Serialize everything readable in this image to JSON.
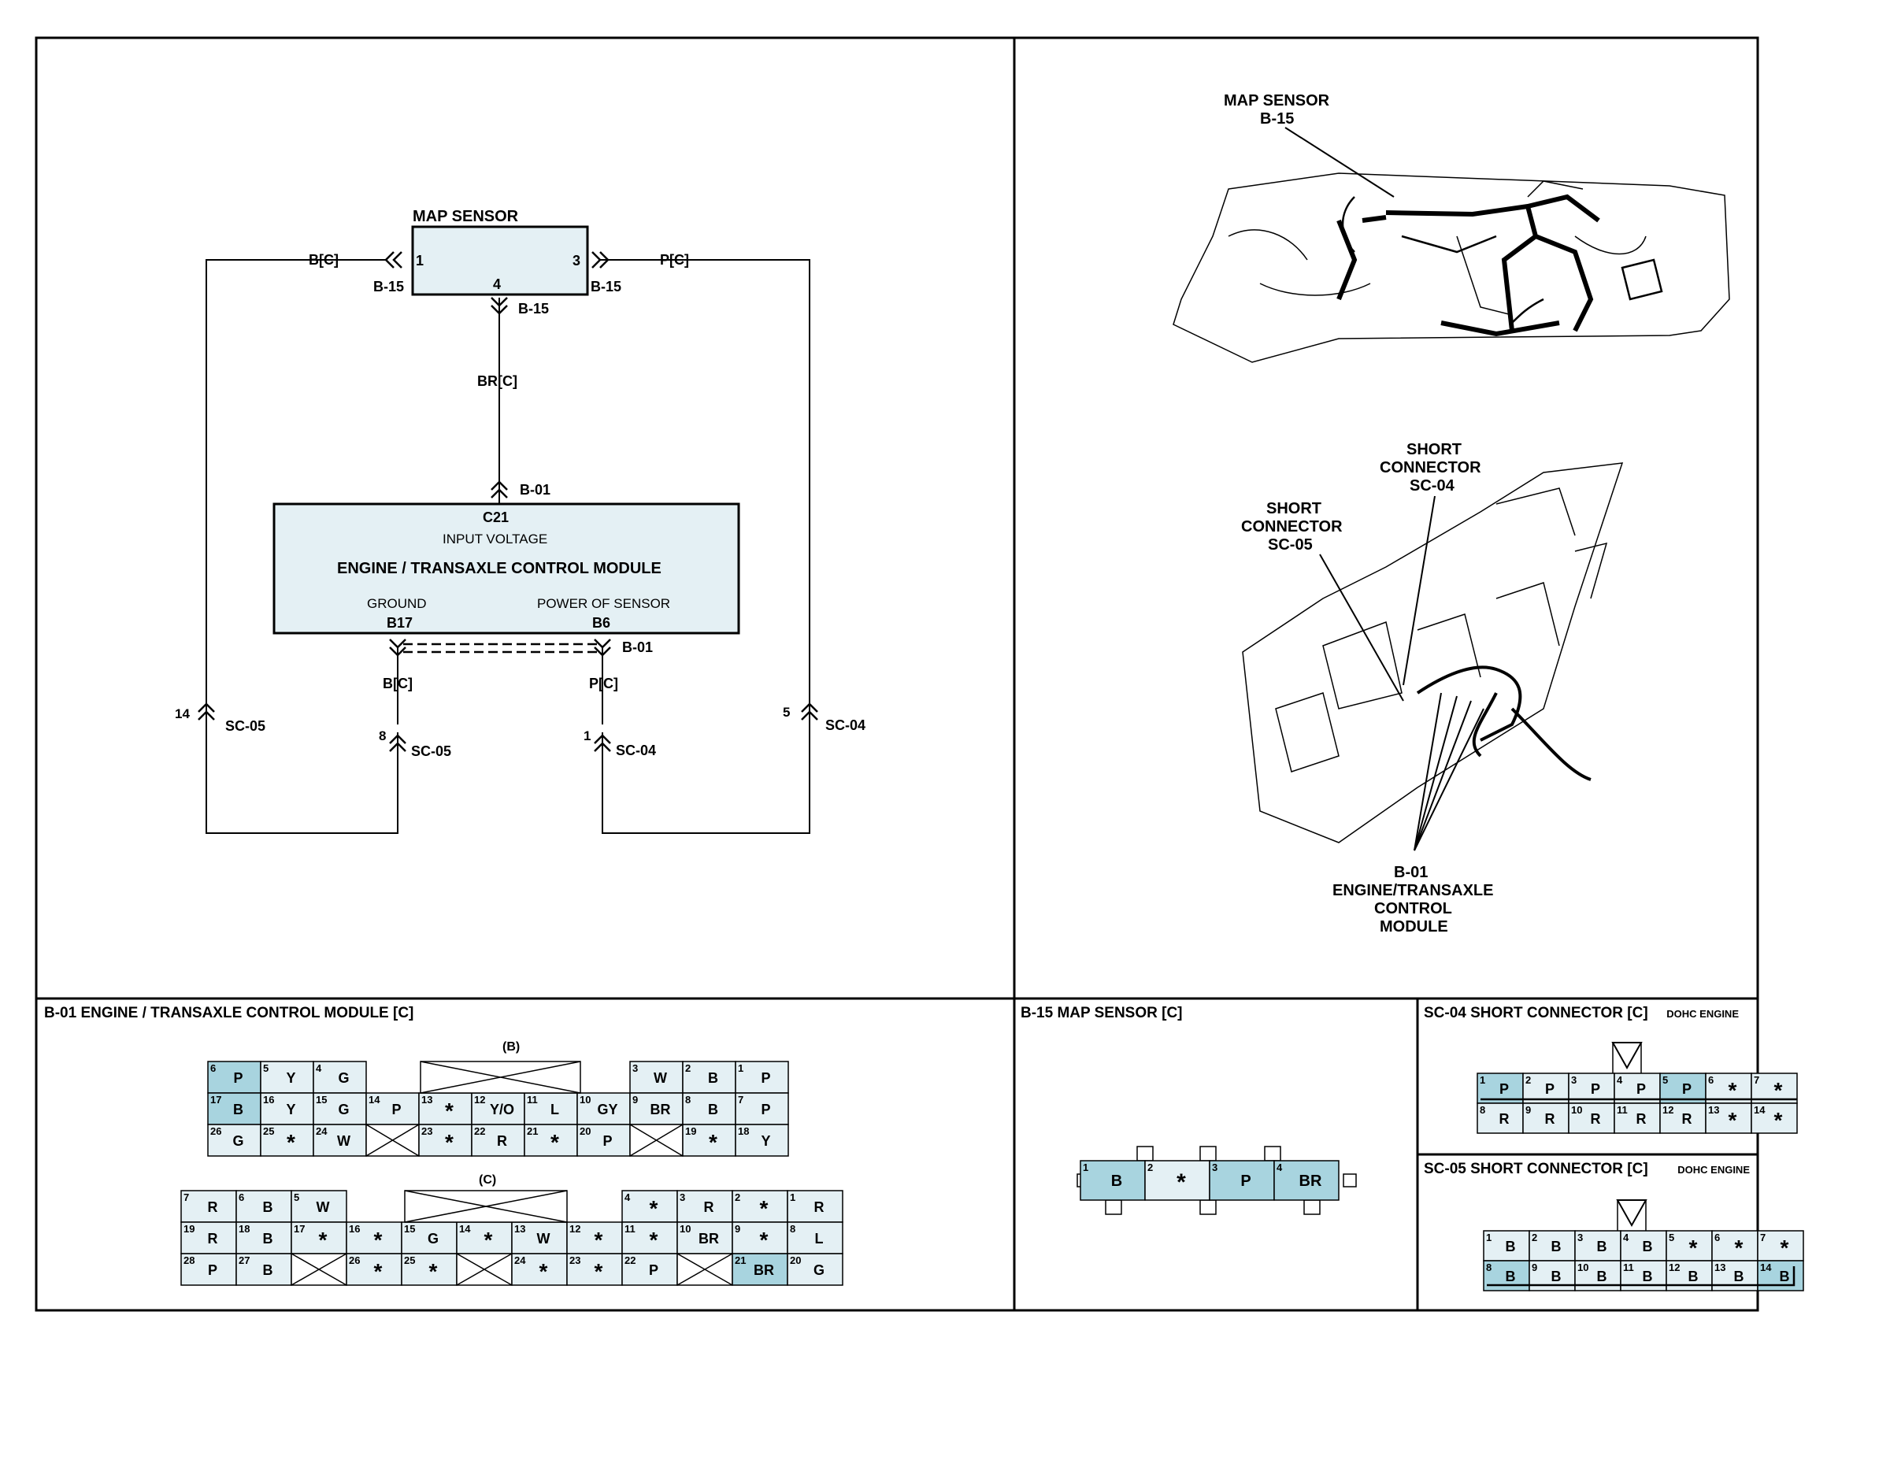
{
  "schematic": {
    "sensor_title": "MAP SENSOR",
    "pin1": "1",
    "pin3": "3",
    "pin4": "4",
    "conn_b15": "B-15",
    "wire_left": "B[C]",
    "wire_right": "P[C]",
    "wire_mid": "BR[C]",
    "conn_b01": "B-01",
    "ecm_pin": "C21",
    "ecm_input": "INPUT VOLTAGE",
    "ecm_title": "ENGINE / TRANSAXLE CONTROL MODULE",
    "ecm_ground": "GROUND",
    "ecm_ground_pin": "B17",
    "ecm_power": "POWER OF SENSOR",
    "ecm_power_pin": "B6",
    "wire_b": "B[C]",
    "wire_p": "P[C]",
    "sc05": "SC-05",
    "sc04": "SC-04",
    "pin14": "14",
    "pin8": "8",
    "pin1b": "1",
    "pin5": "5"
  },
  "locator": {
    "map_line1": "MAP SENSOR",
    "map_line2": "B-15",
    "sc04_line1": "SHORT",
    "sc04_line2": "CONNECTOR",
    "sc04_line3": "SC-04",
    "sc05_line1": "SHORT",
    "sc05_line2": "CONNECTOR",
    "sc05_line3": "SC-05",
    "ecm_line1": "B-01",
    "ecm_line2": "ENGINE/TRANSAXLE",
    "ecm_line3": "CONTROL",
    "ecm_line4": "MODULE"
  },
  "b01": {
    "title": "B-01 ENGINE / TRANSAXLE CONTROL MODULE [C]",
    "label_b": "(B)",
    "label_c": "(C)",
    "rows_b": [
      [
        [
          "6",
          "P",
          true
        ],
        [
          "5",
          "Y",
          false
        ],
        [
          "4",
          "G",
          false
        ],
        null,
        [
          "",
          "",
          false,
          "X"
        ],
        [
          "",
          "",
          false,
          "X"
        ],
        [
          "",
          "",
          false,
          "X"
        ],
        [
          "",
          "",
          false,
          "X"
        ],
        [
          "3",
          "W",
          false
        ],
        [
          "2",
          "B",
          false
        ],
        [
          "1",
          "P",
          false
        ]
      ],
      [
        [
          "17",
          "B",
          true
        ],
        [
          "16",
          "Y",
          false
        ],
        [
          "15",
          "G",
          false
        ],
        [
          "14",
          "P",
          false
        ],
        [
          "13",
          "*",
          false
        ],
        [
          "12",
          "Y/O",
          false
        ],
        [
          "11",
          "L",
          false
        ],
        [
          "10",
          "GY",
          false
        ],
        [
          "9",
          "BR",
          false
        ],
        [
          "8",
          "B",
          false
        ],
        [
          "7",
          "P",
          false
        ]
      ],
      [
        [
          "26",
          "G",
          false
        ],
        [
          "25",
          "*",
          false
        ],
        [
          "24",
          "W",
          false
        ],
        [
          "",
          "",
          false,
          "X"
        ],
        [
          "23",
          "*",
          false
        ],
        [
          "22",
          "R",
          false
        ],
        [
          "21",
          "*",
          false
        ],
        [
          "20",
          "P",
          false
        ],
        [
          "",
          "",
          false,
          "X"
        ],
        [
          "19",
          "*",
          false
        ],
        [
          "18",
          "Y",
          false
        ]
      ]
    ],
    "rows_c": [
      [
        [
          "7",
          "R",
          false
        ],
        [
          "6",
          "B",
          false
        ],
        [
          "5",
          "W",
          false
        ],
        null,
        [
          "",
          "",
          false,
          "X"
        ],
        [
          "",
          "",
          false,
          "X"
        ],
        [
          "",
          "",
          false,
          "X"
        ],
        null,
        [
          "4",
          "*",
          false
        ],
        [
          "3",
          "R",
          false
        ],
        [
          "2",
          "*",
          false
        ],
        [
          "1",
          "R",
          false
        ]
      ],
      [
        [
          "19",
          "R",
          false
        ],
        [
          "18",
          "B",
          false
        ],
        [
          "17",
          "*",
          false
        ],
        [
          "16",
          "*",
          false
        ],
        [
          "15",
          "G",
          false
        ],
        [
          "14",
          "*",
          false
        ],
        [
          "13",
          "W",
          false
        ],
        [
          "12",
          "*",
          false
        ],
        [
          "11",
          "*",
          false
        ],
        [
          "10",
          "BR",
          false
        ],
        [
          "9",
          "*",
          false
        ],
        [
          "8",
          "L",
          false
        ]
      ],
      [
        [
          "28",
          "P",
          false
        ],
        [
          "27",
          "B",
          false
        ],
        [
          "",
          "",
          false,
          "X"
        ],
        [
          "26",
          "*",
          false
        ],
        [
          "25",
          "*",
          false
        ],
        [
          "",
          "",
          false,
          "X"
        ],
        [
          "24",
          "*",
          false
        ],
        [
          "23",
          "*",
          false
        ],
        [
          "22",
          "P",
          false
        ],
        [
          "",
          "",
          false,
          "X"
        ],
        [
          "21",
          "BR",
          true
        ],
        [
          "20",
          "G",
          false
        ]
      ]
    ]
  },
  "b15": {
    "title": "B-15 MAP SENSOR [C]",
    "cells": [
      [
        "1",
        "B",
        true
      ],
      [
        "2",
        "*",
        false
      ],
      [
        "3",
        "P",
        true
      ],
      [
        "4",
        "BR",
        true
      ]
    ]
  },
  "sc04": {
    "title": "SC-04 SHORT CONNECTOR [C]",
    "note": "DOHC ENGINE",
    "row1": [
      [
        "1",
        "P",
        true
      ],
      [
        "2",
        "P",
        false
      ],
      [
        "3",
        "P",
        false
      ],
      [
        "4",
        "P",
        false
      ],
      [
        "5",
        "P",
        true
      ],
      [
        "6",
        "*",
        false
      ],
      [
        "7",
        "*",
        false
      ]
    ],
    "row2": [
      [
        "8",
        "R",
        false
      ],
      [
        "9",
        "R",
        false
      ],
      [
        "10",
        "R",
        false
      ],
      [
        "11",
        "R",
        false
      ],
      [
        "12",
        "R",
        false
      ],
      [
        "13",
        "*",
        false
      ],
      [
        "14",
        "*",
        false
      ]
    ]
  },
  "sc05": {
    "title": "SC-05 SHORT CONNECTOR [C]",
    "note": "DOHC ENGINE",
    "row1": [
      [
        "1",
        "B",
        false
      ],
      [
        "2",
        "B",
        false
      ],
      [
        "3",
        "B",
        false
      ],
      [
        "4",
        "B",
        false
      ],
      [
        "5",
        "*",
        false
      ],
      [
        "6",
        "*",
        false
      ],
      [
        "7",
        "*",
        false
      ]
    ],
    "row2": [
      [
        "8",
        "B",
        true
      ],
      [
        "9",
        "B",
        false
      ],
      [
        "10",
        "B",
        false
      ],
      [
        "11",
        "B",
        false
      ],
      [
        "12",
        "B",
        false
      ],
      [
        "13",
        "B",
        false
      ],
      [
        "14",
        "B",
        true
      ]
    ]
  }
}
